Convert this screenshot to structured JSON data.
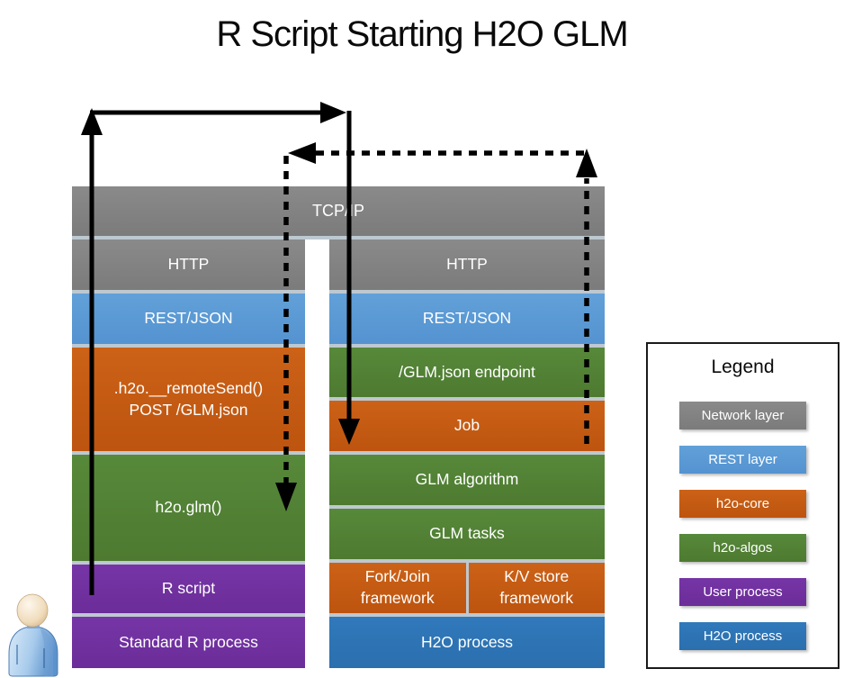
{
  "title": "R Script Starting H2O GLM",
  "tcp_bar": {
    "label": "TCP/IP"
  },
  "left_column": {
    "blocks": [
      {
        "label": "HTTP",
        "layer": "network"
      },
      {
        "label": "REST/JSON",
        "layer": "rest"
      },
      {
        "lines": [
          ".h2o.__remoteSend()",
          "POST /GLM.json"
        ],
        "layer": "core"
      },
      {
        "label": "h2o.glm()",
        "layer": "algos"
      },
      {
        "label": "R script",
        "layer": "user"
      },
      {
        "label": "Standard R process",
        "layer": "user"
      }
    ]
  },
  "right_column": {
    "blocks": [
      {
        "label": "HTTP",
        "layer": "network"
      },
      {
        "label": "REST/JSON",
        "layer": "rest"
      },
      {
        "label": "/GLM.json endpoint",
        "layer": "algos"
      },
      {
        "label": "Job",
        "layer": "core"
      },
      {
        "label": "GLM algorithm",
        "layer": "algos"
      },
      {
        "label": "GLM tasks",
        "layer": "algos"
      },
      {
        "cells": [
          {
            "label": "Fork/Join framework"
          },
          {
            "label": "K/V store framework"
          }
        ],
        "layer": "core"
      },
      {
        "label": "H2O process",
        "layer": "h2o"
      }
    ]
  },
  "legend": {
    "title": "Legend",
    "items": [
      {
        "label": "Network layer",
        "color": "#7f7f7f"
      },
      {
        "label": "REST layer",
        "color": "#5b9bd5"
      },
      {
        "label": "h2o-core",
        "color": "#c55a11"
      },
      {
        "label": "h2o-algos",
        "color": "#538135"
      },
      {
        "label": "User process",
        "color": "#7030a0"
      },
      {
        "label": "H2O process",
        "color": "#2e75b6"
      }
    ]
  },
  "icons": {
    "person": "user-person-icon"
  },
  "arrow_colors": {
    "solid_request": "#000000",
    "dashed_response": "#000000"
  }
}
